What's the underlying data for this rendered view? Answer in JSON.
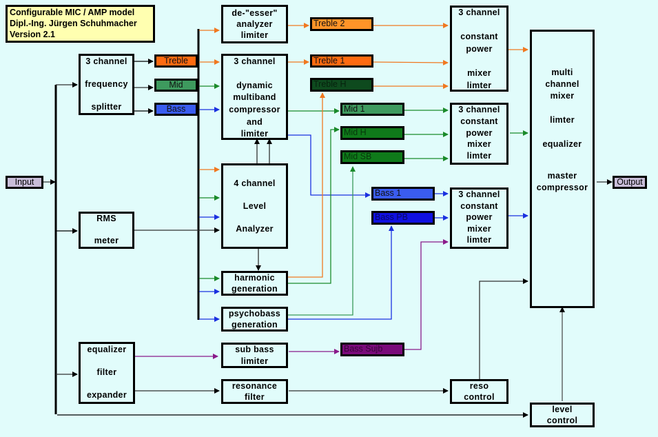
{
  "title": {
    "lines": [
      "Configurable MIC / AMP model",
      "Dipl.-Ing. Jürgen Schuhmacher",
      "Version 2.1"
    ]
  },
  "io": {
    "input": "Input",
    "output": "Output"
  },
  "blocks": {
    "freq_splitter": [
      "3 channel",
      "frequency",
      "splitter"
    ],
    "rms_meter": [
      "RMS",
      "meter"
    ],
    "eq_filter": [
      "equalizer",
      "filter",
      "expander"
    ],
    "deesser": [
      "de-\"esser\"",
      "analyzer",
      "limiter"
    ],
    "multiband": [
      "3 channel",
      "dynamic",
      "multiband",
      "compressor",
      "and",
      "limiter"
    ],
    "level_analyzer": [
      "4 channel",
      "Level",
      "Analyzer"
    ],
    "harmonic": [
      "harmonic",
      "generation"
    ],
    "psychobass": [
      "psychobass",
      "generation"
    ],
    "subbass": [
      "sub bass",
      "limiter"
    ],
    "resonance": [
      "resonance",
      "filter"
    ],
    "mixer_treble": [
      "3 channel",
      "constant",
      "power",
      "mixer",
      "limter"
    ],
    "mixer_mid": [
      "3 channel",
      "constant",
      "power",
      "mixer",
      "limter"
    ],
    "mixer_bass": [
      "3 channel",
      "constant",
      "power",
      "mixer",
      "limter"
    ],
    "reso_control": [
      "reso",
      "control"
    ],
    "master": [
      "multi",
      "channel",
      "mixer",
      "limter",
      "equalizer",
      "master",
      "compressor"
    ],
    "level_control": [
      "level",
      "control"
    ]
  },
  "channels": {
    "treble": {
      "label": "Treble",
      "color": "#ff6a10"
    },
    "mid": {
      "label": "Mid",
      "color": "#3e9a5e"
    },
    "bass": {
      "label": "Bass",
      "color": "#3a5cf0"
    },
    "treble2": {
      "label": "Treble 2",
      "color": "#ff9428"
    },
    "treble1": {
      "label": "Treble 1",
      "color": "#ff6a10"
    },
    "trebleH": {
      "label": "Treble H",
      "color": "#0e4a1e"
    },
    "mid1": {
      "label": "Mid 1",
      "color": "#3e9a5e"
    },
    "midH": {
      "label": "Mid H",
      "color": "#0f7a1a"
    },
    "midSB": {
      "label": "Mid SB",
      "color": "#0f7a1a"
    },
    "bass1": {
      "label": "Bass 1",
      "color": "#3a5cf0"
    },
    "bassPB": {
      "label": "Bass PB",
      "color": "#1010e0"
    },
    "bassSub": {
      "label": "Bass Sujb",
      "color": "#7a0a7a"
    }
  },
  "wire_colors": {
    "treble": "#f07820",
    "mid": "#1a8a2a",
    "bass": "#1a30e0",
    "sub": "#8a1a8a",
    "control": "#303030"
  }
}
